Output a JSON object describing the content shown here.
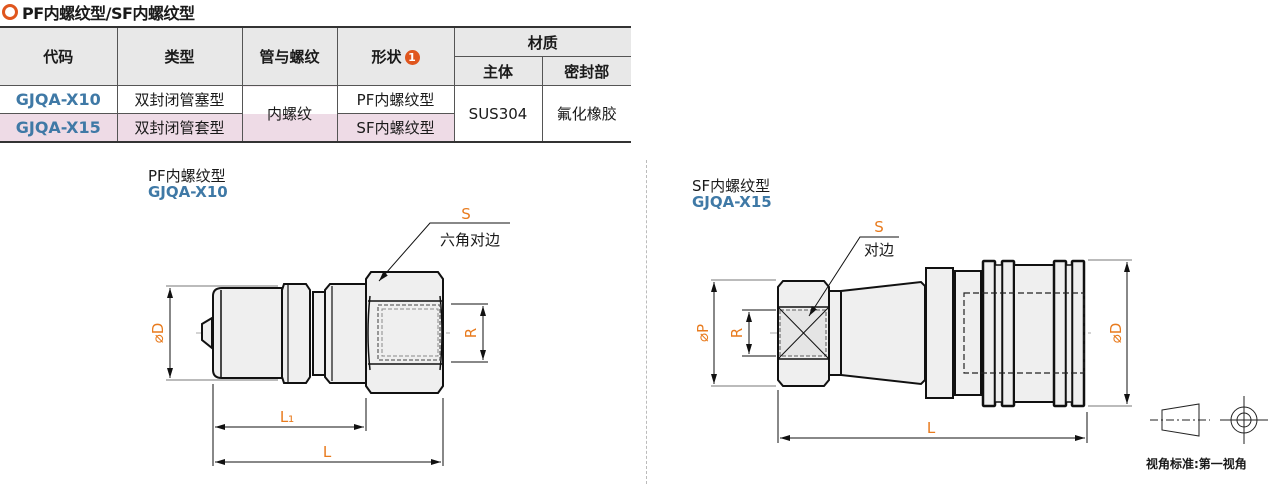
{
  "section_title": "PF内螺纹型/SF内螺纹型",
  "table": {
    "headers": {
      "code": "代码",
      "type": "类型",
      "pipe_thread": "管与螺纹",
      "shape": "形状",
      "shape_note": "1",
      "material": "材质",
      "body": "主体",
      "seal": "密封部"
    },
    "rows": [
      {
        "code": "GJQA-X10",
        "type": "双封闭管塞型",
        "shape": "PF内螺纹型"
      },
      {
        "code": "GJQA-X15",
        "type": "双封闭管套型",
        "shape": "SF内螺纹型"
      }
    ],
    "shared": {
      "pipe_thread": "内螺纹",
      "body": "SUS304",
      "seal": "氟化橡胶"
    }
  },
  "drawings": {
    "pf": {
      "name": "PF内螺纹型",
      "code": "GJQA-X10",
      "labels": {
        "S": "S",
        "hex": "六角对边",
        "D": "⌀D",
        "R": "R",
        "L1": "L₁",
        "L": "L"
      }
    },
    "sf": {
      "name": "SF内螺纹型",
      "code": "GJQA-X15",
      "labels": {
        "S": "S",
        "hex": "对边",
        "P": "⌀P",
        "R": "R",
        "D": "⌀D",
        "L": "L"
      }
    }
  },
  "projection_note": "视角标准:第一视角",
  "colors": {
    "accent": "#e0561e",
    "code_blue": "#3f79a6",
    "dim_orange": "#e87b1e",
    "row_pink": "#eedbe6"
  }
}
